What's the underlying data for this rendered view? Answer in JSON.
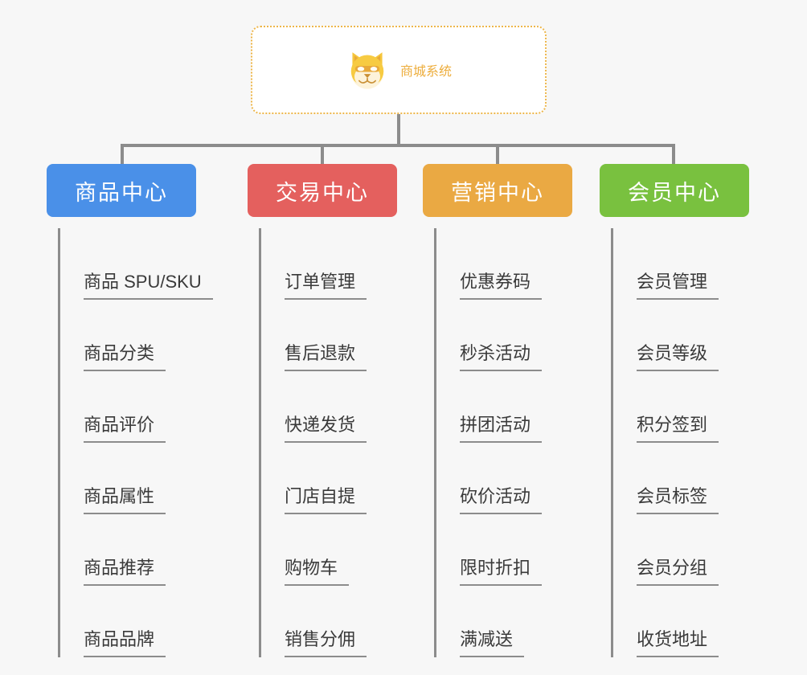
{
  "page": {
    "background_color": "#f7f7f7",
    "connector_color": "#8c8c8c"
  },
  "root": {
    "title": "商城系统",
    "icon": "shiba-dog-icon",
    "border_color": "#edb64a",
    "text_color": "#edad3c"
  },
  "categories": [
    {
      "label": "商品中心",
      "color": "#4a90e8",
      "items": [
        "商品 SPU/SKU",
        "商品分类",
        "商品评价",
        "商品属性",
        "商品推荐",
        "商品品牌"
      ]
    },
    {
      "label": "交易中心",
      "color": "#e4605e",
      "items": [
        "订单管理",
        "售后退款",
        "快递发货",
        "门店自提",
        "购物车",
        "销售分佣"
      ]
    },
    {
      "label": "营销中心",
      "color": "#eaa943",
      "items": [
        "优惠券码",
        "秒杀活动",
        "拼团活动",
        "砍价活动",
        "限时折扣",
        "满减送"
      ]
    },
    {
      "label": "会员中心",
      "color": "#79c13f",
      "items": [
        "会员管理",
        "会员等级",
        "积分签到",
        "会员标签",
        "会员分组",
        "收货地址"
      ]
    }
  ]
}
